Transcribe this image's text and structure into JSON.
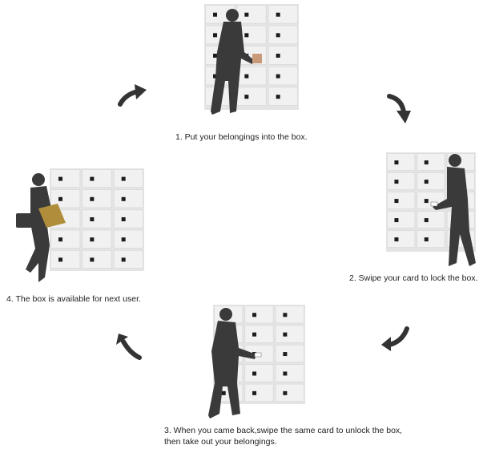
{
  "steps": [
    {
      "number": "1",
      "caption": "1. Put your belongings into the box."
    },
    {
      "number": "2",
      "caption": "2. Swipe your card to lock the box."
    },
    {
      "number": "3",
      "caption_line1": "3. When you came back,swipe the same card to unlock the box,",
      "caption_line2": "then take out your belongings."
    },
    {
      "number": "4",
      "caption": "4. The box is available for next user."
    }
  ],
  "colors": {
    "locker_door": "#f1f1f1",
    "locker_frame": "#d7d7d7",
    "lock_panel": "#1c1c1c",
    "silhouette": "#3a3a3a",
    "arrow": "#333333",
    "bag": "#b08d3a"
  },
  "icons": [
    "locker-icon",
    "person-silhouette-icon",
    "curved-arrow-icon"
  ]
}
